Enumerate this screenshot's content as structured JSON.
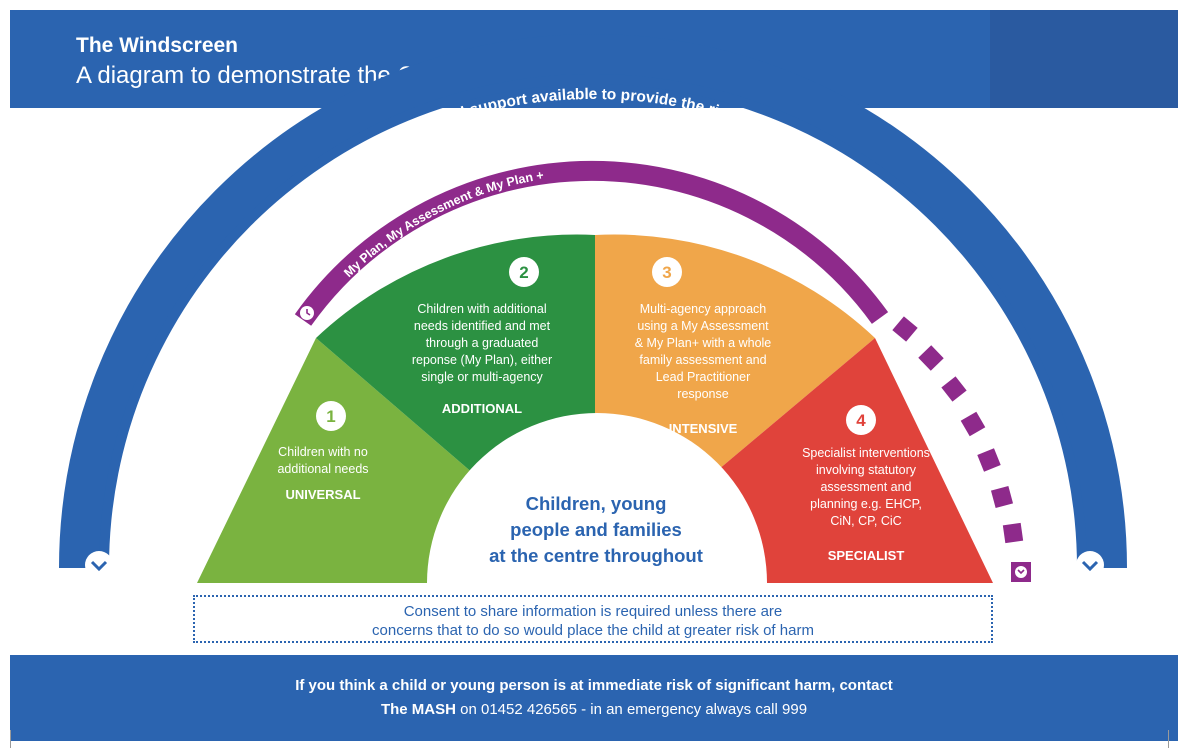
{
  "header": {
    "title": "The Windscreen",
    "subtitle": "A diagram to demonstrate the Continuum of Need"
  },
  "arc": {
    "outer_text": "Open conversations, thinking about the resources and support available to provide the right help at the right time to meet the needs of the child",
    "inner_text": "My Plan, My Assessment & My Plan +"
  },
  "segments": [
    {
      "number": "1",
      "lines": [
        "Children with no",
        "additional needs"
      ],
      "label": "UNIVERSAL",
      "color": "#7ab340"
    },
    {
      "number": "2",
      "lines": [
        "Children with additional",
        "needs identified and met",
        "through a graduated",
        "reponse (My Plan), either",
        "single or multi-agency"
      ],
      "label": "ADDITIONAL",
      "color": "#2c9142"
    },
    {
      "number": "3",
      "lines": [
        "Multi-agency approach",
        "using a My Assessment",
        "& My Plan+ with a whole",
        "family assessment and",
        "Lead Practitioner",
        "response"
      ],
      "label": "INTENSIVE",
      "color": "#f0a64a"
    },
    {
      "number": "4",
      "lines": [
        "Specialist interventions",
        "involving statutory",
        "assessment and",
        "planning e.g. EHCP,",
        "CiN, CP, CiC"
      ],
      "label": "SPECIALIST",
      "color": "#e0433b"
    }
  ],
  "centre": {
    "lines": [
      "Children, young",
      "people and families",
      "at the centre throughout"
    ]
  },
  "consent": {
    "line1": "Consent to share information is required unless there are",
    "line2": "concerns that to do so would place the child at greater risk of harm"
  },
  "footer": {
    "line1": "If you think a child or young person is at immediate risk of significant harm, contact",
    "line2_prefix": "The ",
    "line2_bold": "MASH",
    "line2_rest": " on 01452 426565 - in an emergency always call 999"
  },
  "colors": {
    "blue": "#2b64b0",
    "purple": "#8e2a8b",
    "centre_text": "#2b64b0"
  },
  "icons": {
    "left_arc_end": "chevron-down-icon",
    "right_arc_end": "chevron-down-icon",
    "purple_start": "clock-icon",
    "purple_end": "chevron-down-icon"
  }
}
